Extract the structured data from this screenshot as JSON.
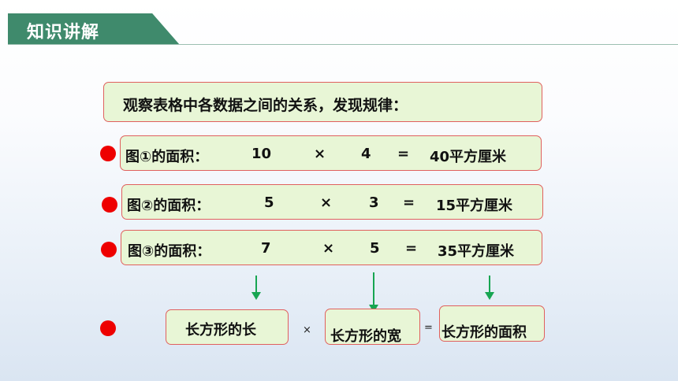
{
  "header": {
    "title": "知识讲解"
  },
  "intro": "观察表格中各数据之间的关系，发现规律：",
  "rows": [
    {
      "label": "图①的面积：",
      "a": "10",
      "op": "×",
      "b": "4",
      "eq": "=",
      "result": "40平方厘米"
    },
    {
      "label": "图②的面积：",
      "a": "5",
      "op": "×",
      "b": "3",
      "eq": "=",
      "result": "15平方厘米"
    },
    {
      "label": "图③的面积：",
      "a": "7",
      "op": "×",
      "b": "5",
      "eq": "=",
      "result": "35平方厘米"
    }
  ],
  "formula": {
    "length": "长方形的长",
    "times": "×",
    "width": "长方形的宽",
    "equals": "=",
    "area": "长方形的面积"
  }
}
